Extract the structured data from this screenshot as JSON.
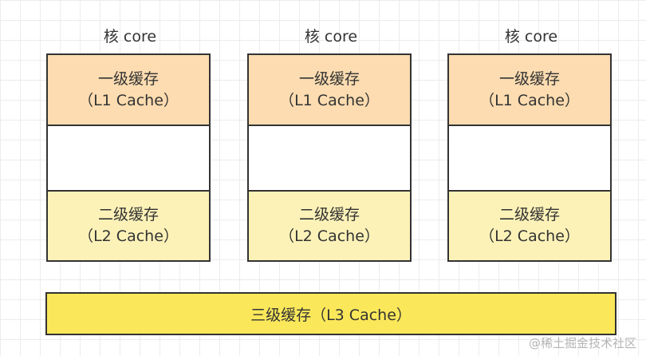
{
  "cores": [
    {
      "label": "核 core",
      "l1_name": "一级缓存",
      "l1_sub": "（L1 Cache）",
      "l2_name": "二级缓存",
      "l2_sub": "（L2 Cache）"
    },
    {
      "label": "核 core",
      "l1_name": "一级缓存",
      "l1_sub": "（L1 Cache）",
      "l2_name": "二级缓存",
      "l2_sub": "（L2 Cache）"
    },
    {
      "label": "核 core",
      "l1_name": "一级缓存",
      "l1_sub": "（L1 Cache）",
      "l2_name": "二级缓存",
      "l2_sub": "（L2 Cache）"
    }
  ],
  "l3": {
    "label": "三级缓存（L3 Cache）"
  },
  "watermark": "@稀土掘金技术社区",
  "colors": {
    "l1_fill": "#fcdcb0",
    "l2_fill": "#fcf2b8",
    "l3_fill": "#fbe85a",
    "border": "#333333"
  }
}
